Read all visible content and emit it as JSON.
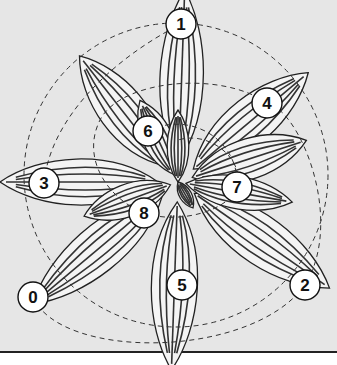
{
  "diagram": {
    "nodes": [
      {
        "text": [
          "1"
        ]
      },
      {
        "text": [
          "4"
        ]
      },
      {
        "text": [
          "6"
        ]
      },
      {
        "text": [
          "3"
        ]
      },
      {
        "text": [
          "7"
        ]
      },
      {
        "text": [
          "8"
        ]
      },
      {
        "text": [
          "5"
        ]
      },
      {
        "text": [
          "2"
        ]
      },
      {
        "text": [
          "0"
        ]
      }
    ]
  }
}
